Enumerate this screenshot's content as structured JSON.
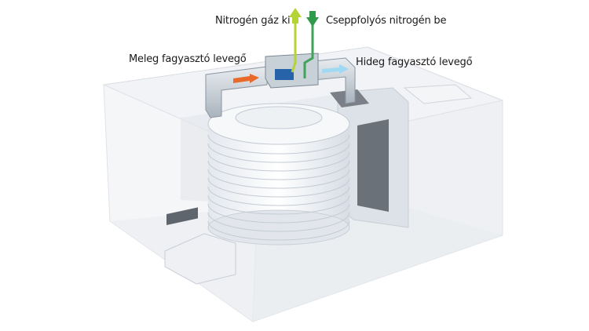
{
  "labels": {
    "gas_out": "Nitrogén gáz ki",
    "liquid_in": "Cseppfolyós nitrogén be",
    "warm_air": "Meleg fagyasztó levegő",
    "cold_air": "Hideg fagyasztó levegő"
  },
  "colors": {
    "gas_out_arrow": "#b5d334",
    "liquid_in_arrow": "#2f9b4a",
    "warm_arrow": "#e8692a",
    "cold_arrow": "#9fd9f2"
  }
}
